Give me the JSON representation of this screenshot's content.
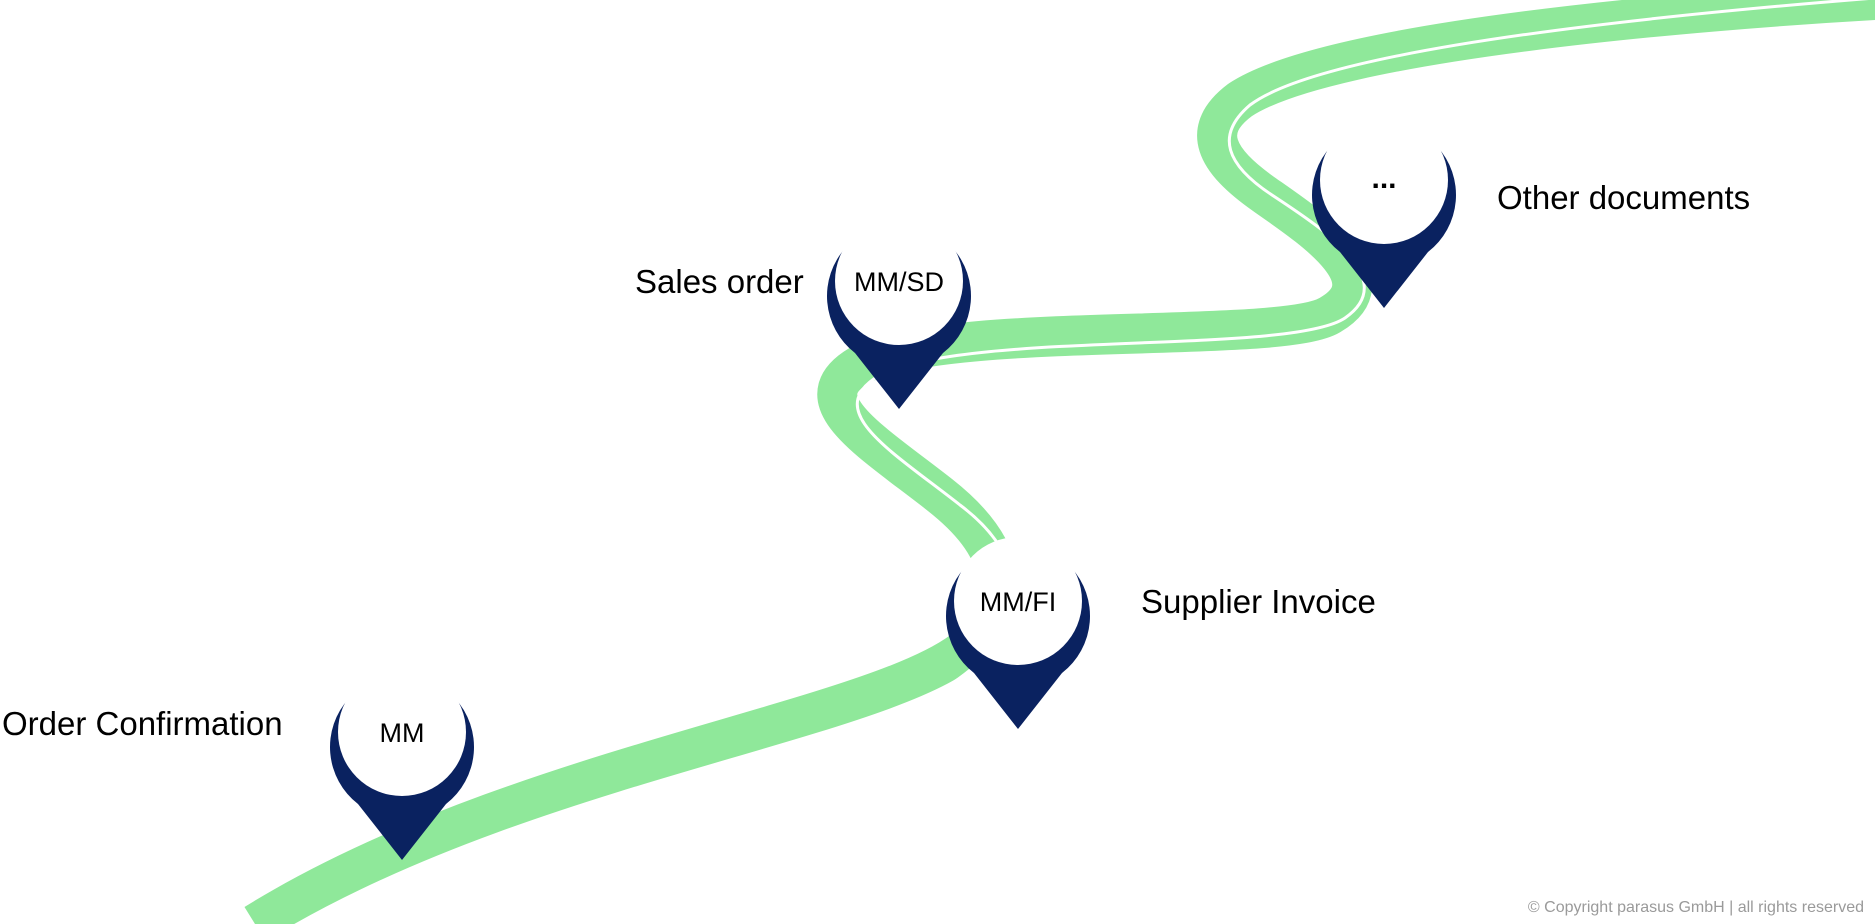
{
  "colors": {
    "road": "#8fe89a",
    "road_line": "#ffffff",
    "pin": "#0a2260",
    "pin_fill": "#ffffff",
    "text": "#000000",
    "copyright": "#9a9a9a"
  },
  "steps": [
    {
      "code": "MM",
      "label": "Order Confirmation"
    },
    {
      "code": "MM/SD",
      "label": "Sales order"
    },
    {
      "code": "MM/FI",
      "label": "Supplier Invoice"
    },
    {
      "code": "...",
      "label": "Other documents"
    }
  ],
  "footer": {
    "copyright": "© Copyright parasus GmbH | all rights reserved"
  }
}
